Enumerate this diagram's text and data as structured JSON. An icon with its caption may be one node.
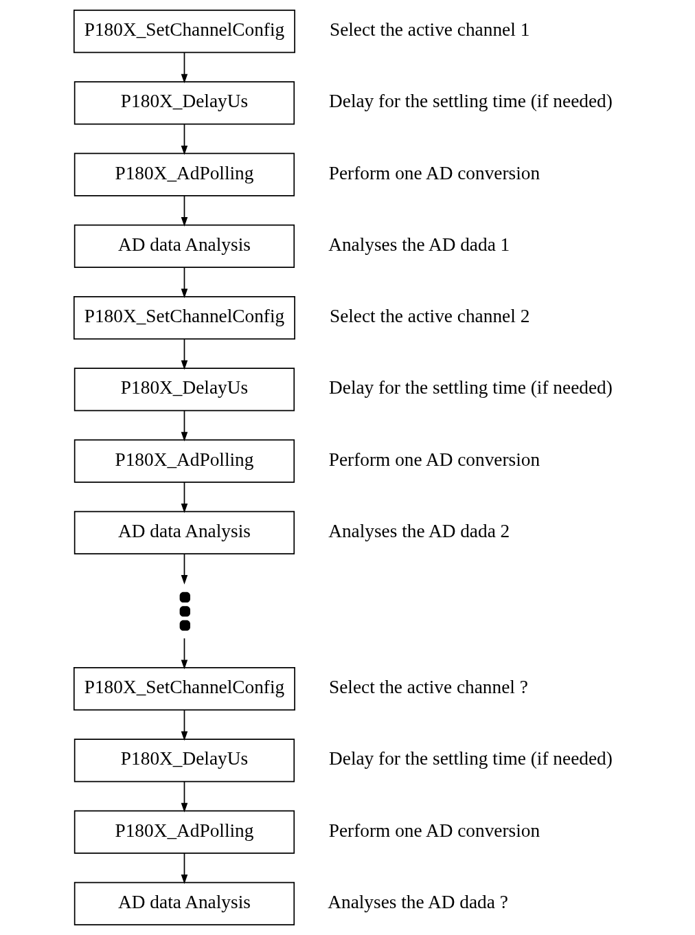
{
  "diagram": {
    "nodes": [
      {
        "text": [
          "P180X_SetChannelConfig"
        ],
        "beside": [
          "Select the active channel 1"
        ]
      },
      {
        "text": [
          "P180X_DelayUs"
        ],
        "beside": [
          "Delay for the settling time (if needed)"
        ]
      },
      {
        "text": [
          "P180X_AdPolling"
        ],
        "beside": [
          "Perform one AD conversion"
        ]
      },
      {
        "text": [
          "AD data Analysis"
        ],
        "beside": [
          "Analyses the AD dada 1"
        ]
      },
      {
        "text": [
          "P180X_SetChannelConfig"
        ],
        "beside": [
          "Select the active channel 2"
        ]
      },
      {
        "text": [
          "P180X_DelayUs"
        ],
        "beside": [
          "Delay for the settling time (if needed)"
        ]
      },
      {
        "text": [
          "P180X_AdPolling"
        ],
        "beside": [
          "Perform one AD conversion"
        ]
      },
      {
        "text": [
          "AD data Analysis"
        ],
        "beside": [
          "Analyses the AD dada 2"
        ]
      },
      {
        "text": [],
        "shape": "dots"
      },
      {
        "text": [
          "P180X_SetChannelConfig"
        ],
        "beside": [
          "Select the active channel ?"
        ]
      },
      {
        "text": [
          "P180X_DelayUs"
        ],
        "beside": [
          "Delay for the settling time (if needed)"
        ]
      },
      {
        "text": [
          "P180X_AdPolling"
        ],
        "beside": [
          "Perform one AD conversion"
        ]
      },
      {
        "text": [
          "AD data Analysis"
        ],
        "beside": [
          "Analyses the AD dada ?"
        ]
      }
    ],
    "edges": [
      {
        "from": 0,
        "to": 1,
        "arrow": "to"
      },
      {
        "from": 1,
        "to": 2,
        "arrow": "to"
      },
      {
        "from": 2,
        "to": 3,
        "arrow": "to"
      },
      {
        "from": 3,
        "to": 4,
        "arrow": "to"
      },
      {
        "from": 4,
        "to": 5,
        "arrow": "to"
      },
      {
        "from": 5,
        "to": 6,
        "arrow": "to"
      },
      {
        "from": 6,
        "to": 7,
        "arrow": "to"
      },
      {
        "from": 7,
        "to": 8,
        "arrow": "to"
      },
      {
        "from": 8,
        "to": 9,
        "arrow": "to"
      },
      {
        "from": 9,
        "to": 10,
        "arrow": "to"
      },
      {
        "from": 10,
        "to": 11,
        "arrow": "to"
      },
      {
        "from": 11,
        "to": 12,
        "arrow": "to"
      }
    ]
  }
}
